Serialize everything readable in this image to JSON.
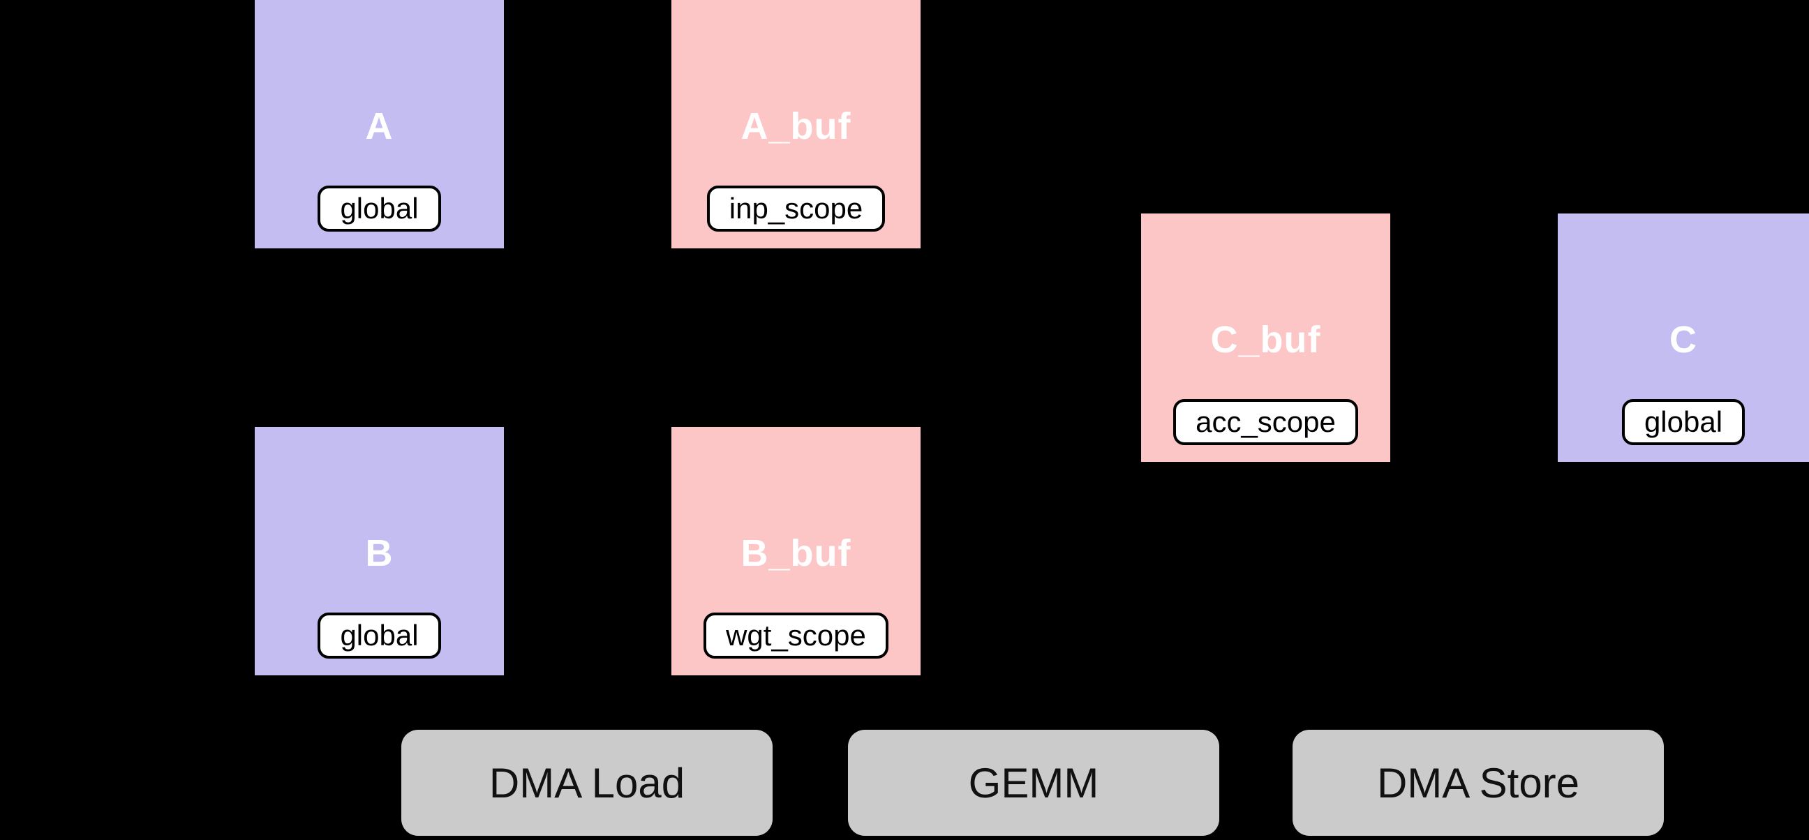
{
  "diagram": {
    "background": "#000000",
    "blocks": [
      {
        "id": "A",
        "title": "A",
        "badge": "global",
        "type": "global",
        "color": "#c3bdf2"
      },
      {
        "id": "A_buf",
        "title": "A_buf",
        "badge": "inp_scope",
        "type": "buffer",
        "color": "#fcc6c7"
      },
      {
        "id": "B",
        "title": "B",
        "badge": "global",
        "type": "global",
        "color": "#c3bdf2"
      },
      {
        "id": "B_buf",
        "title": "B_buf",
        "badge": "wgt_scope",
        "type": "buffer",
        "color": "#fcc6c7"
      },
      {
        "id": "C_buf",
        "title": "C_buf",
        "badge": "acc_scope",
        "type": "buffer",
        "color": "#fcc6c7"
      },
      {
        "id": "C",
        "title": "C",
        "badge": "global",
        "type": "global",
        "color": "#c3bdf2"
      }
    ],
    "connectors": [
      {
        "from": "A",
        "to": "A_buf"
      },
      {
        "from": "B",
        "to": "B_buf"
      },
      {
        "from": "A_buf",
        "to": "C_buf"
      },
      {
        "from": "B_buf",
        "to": "C_buf"
      },
      {
        "from": "C_buf",
        "to": "C"
      }
    ],
    "legend": [
      {
        "label": "DMA Load"
      },
      {
        "label": "GEMM"
      },
      {
        "label": "DMA Store"
      }
    ],
    "colors": {
      "global_block": "#c3bdf2",
      "buffer_block": "#fcc6c7",
      "legend_chip": "#cbcbcb",
      "badge_background": "#ffffff",
      "badge_border": "#000000",
      "block_title_text": "#ffffff",
      "connector": "#000000"
    }
  }
}
